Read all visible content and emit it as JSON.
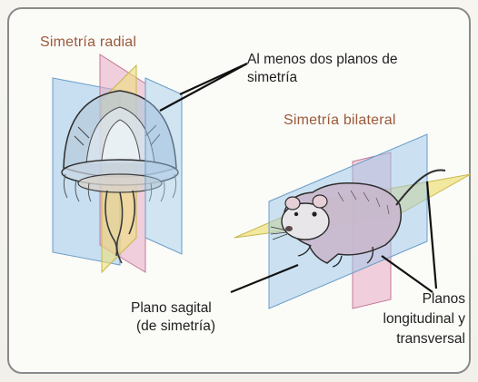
{
  "diagram": {
    "titles": {
      "radial": "Simetría radial",
      "bilateral": "Simetría bilateral"
    },
    "labels": {
      "at_least_two_planes_line1": "Al menos dos planos de",
      "at_least_two_planes_line2": "simetría",
      "sagittal_line1": "Plano sagital",
      "sagittal_line2": "(de simetría)",
      "planes_line1": "Planos",
      "planes_line2": "longitudinal y",
      "planes_line3": "transversal"
    }
  },
  "colors": {
    "title": "#9a5a3a",
    "plane_blue": "#9cc8ea",
    "plane_pink": "#e8aac4",
    "plane_yellow": "#efe079",
    "frame": "#8a8a8a"
  }
}
